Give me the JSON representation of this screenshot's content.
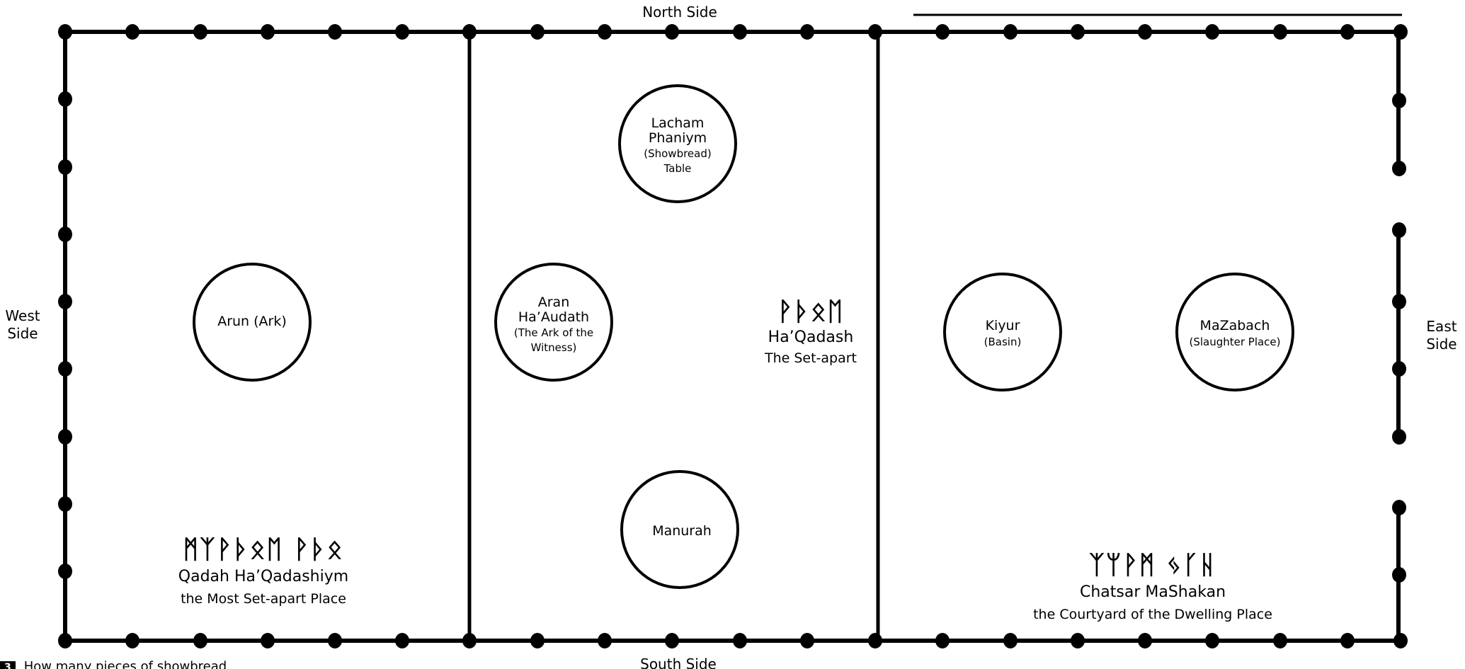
{
  "sides": {
    "north": "North Side",
    "south": "South Side",
    "west": [
      "West",
      "Side"
    ],
    "east": [
      "East",
      "Side"
    ]
  },
  "items": {
    "lacham": [
      "Lacham",
      "Phaniym",
      "(Showbread)",
      "Table"
    ],
    "arun": "Arun (Ark)",
    "aran": [
      "Aran",
      "Ha’Audath",
      "(The Ark of the",
      "Witness)"
    ],
    "manurah": "Manurah",
    "kiyur": [
      "Kiyur",
      "(Basin)"
    ],
    "mazabach": [
      "MaZabach",
      "(Slaughter Place)"
    ]
  },
  "rooms": {
    "most_holy": {
      "paleo": "ᛗᛉᚹᚦᛟᛖ ᚹᚦᛟ",
      "name": "Qadah Ha’Qadashiym",
      "subtitle": "the Most Set-apart Place"
    },
    "holy": {
      "paleo": "ᚹᚦᛟᛖ",
      "name": "Ha’Qadash",
      "subtitle": "The Set-apart"
    },
    "courtyard": {
      "paleo": "ᛉᛘᚹᛗ ᛃᚴᚺ",
      "name": "Chatsar MaShakan",
      "subtitle": "the Courtyard of the Dwelling Place"
    }
  },
  "question": {
    "number": "3",
    "text": "How many pieces of showbread"
  },
  "colors": {
    "line": "#000000",
    "background": "#ffffff"
  }
}
